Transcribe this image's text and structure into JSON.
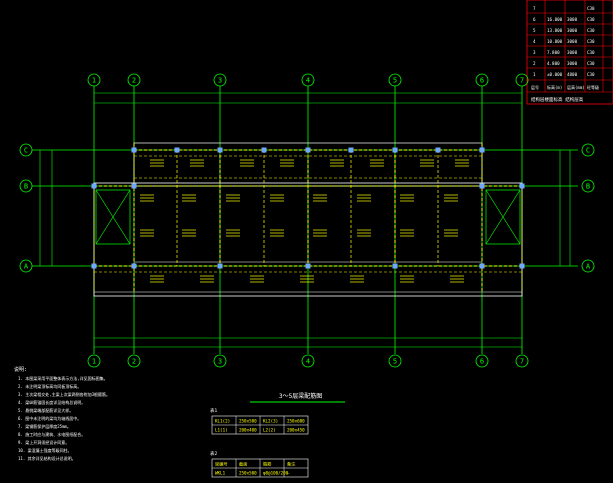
{
  "grid": {
    "columns": [
      "1",
      "2",
      "3",
      "4",
      "5",
      "6",
      "7"
    ],
    "rows": [
      "C",
      "B",
      "A"
    ]
  },
  "drawing_title": "3～5层梁配筋图",
  "legend_rows": [
    [
      "7",
      "",
      "",
      "C30"
    ],
    [
      "6",
      "16.800",
      "3000",
      "C30"
    ],
    [
      "5",
      "13.800",
      "3000",
      "C30"
    ],
    [
      "4",
      "10.800",
      "3000",
      "C30"
    ],
    [
      "3",
      "7.800",
      "3000",
      "C30"
    ],
    [
      "2",
      "4.800",
      "3000",
      "C30"
    ],
    [
      "1",
      "±0.000",
      "4800",
      "C30"
    ]
  ],
  "legend_header": [
    "层号",
    "标高(m)",
    "层高(mm)",
    "砼等级"
  ],
  "legend_caption": "结构层楼面标高 结构层高",
  "notes_title": "说明:",
  "notes": [
    "1. 本图梁采用平面整体表示方法,详见国标图集。",
    "2. 未注明梁顶标高均同板顶标高。",
    "3. 主次梁相交处,主梁上次梁两侧各附加3根箍筋。",
    "4. 梁纵筋锚固长度详见结构总说明。",
    "5. 悬挑梁端部配筋详见大样。",
    "6. 图中未注明的梁均为轴线居中。",
    "7. 梁钢筋保护层厚度25mm。",
    "8. 施工时应与建筑、水电图纸配合。",
    "9. 梁上开洞须经设计同意。",
    "10. 梁混凝土强度等级同柱。",
    "11. 其余详见结构设计总说明。"
  ],
  "table1_title": "表1",
  "table1": [
    [
      "KL1(2)",
      "250x500",
      "KL2(3)",
      "250x600"
    ],
    [
      "L1(1)",
      "200x400",
      "L2(2)",
      "200x450"
    ]
  ],
  "table2_title": "表2",
  "table2": [
    [
      "梁编号",
      "截面",
      "箍筋",
      "备注"
    ],
    [
      "WKL1",
      "250x500",
      "φ8@100/200",
      "—"
    ]
  ],
  "colors": {
    "grid": "#00ff00",
    "annotation": "#ffff00",
    "text": "#ffffff",
    "legend_border": "#ff0000",
    "column_marker": "#6fa8ff"
  }
}
